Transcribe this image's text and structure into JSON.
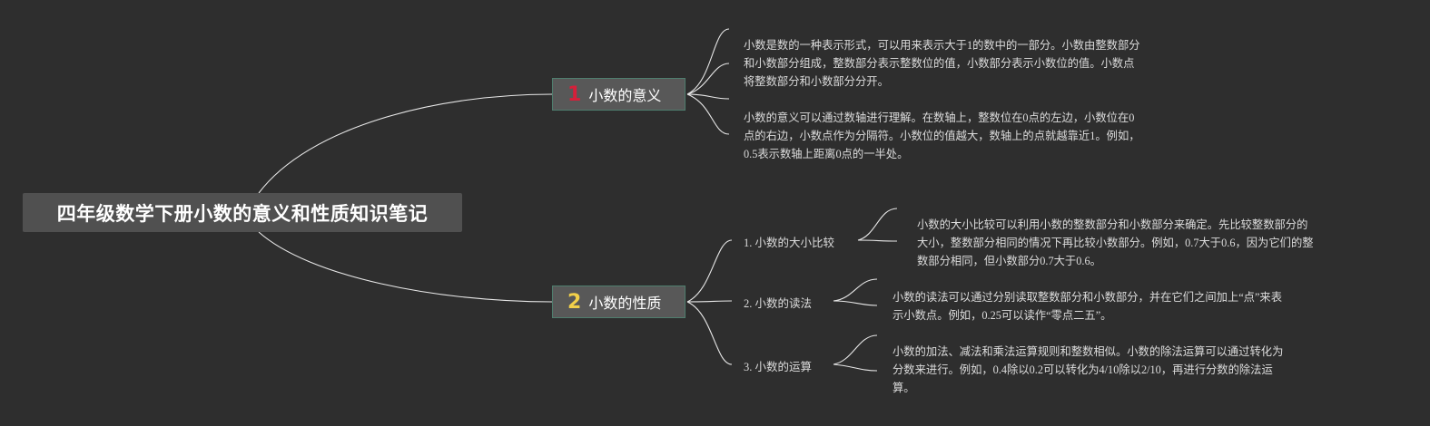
{
  "root": {
    "title": "四年级数学下册小数的意义和性质知识笔记"
  },
  "branches": [
    {
      "number": "1",
      "number_color": "#d6203a",
      "label": "小数的意义",
      "notes": [
        [
          "小数是数的一种表示形式，可以用来表示大于1的数中的一部分。小数由整数部分",
          "和小数部分组成，整数部分表示整数位的值，小数部分表示小数位的值。小数点",
          "将整数部分和小数部分分开。"
        ],
        [
          "小数的意义可以通过数轴进行理解。在数轴上，整数位在0点的左边，小数位在0",
          "点的右边，小数点作为分隔符。小数位的值越大，数轴上的点就越靠近1。例如，",
          "0.5表示数轴上距离0点的一半处。"
        ]
      ]
    },
    {
      "number": "2",
      "number_color": "#f2d04a",
      "label": "小数的性质",
      "subtopics": [
        {
          "label": "1. 小数的大小比较",
          "lines": [
            "小数的大小比较可以利用小数的整数部分和小数部分来确定。先比较整数部分的",
            "大小，整数部分相同的情况下再比较小数部分。例如，0.7大于0.6，因为它们的整",
            "数部分相同，但小数部分0.7大于0.6。"
          ]
        },
        {
          "label": "2. 小数的读法",
          "lines": [
            "小数的读法可以通过分别读取整数部分和小数部分，并在它们之间加上“点”来表",
            "示小数点。例如，0.25可以读作“零点二五”。"
          ]
        },
        {
          "label": "3. 小数的运算",
          "lines": [
            "小数的加法、减法和乘法运算规则和整数相似。小数的除法运算可以通过转化为",
            "分数来进行。例如，0.4除以0.2可以转化为4/10除以2/10，再进行分数的除法运",
            "算。"
          ]
        }
      ]
    }
  ],
  "colors": {
    "background": "#2e2e2e",
    "connector": "#e8e8e8",
    "branch_border": "#4f7e6e"
  }
}
